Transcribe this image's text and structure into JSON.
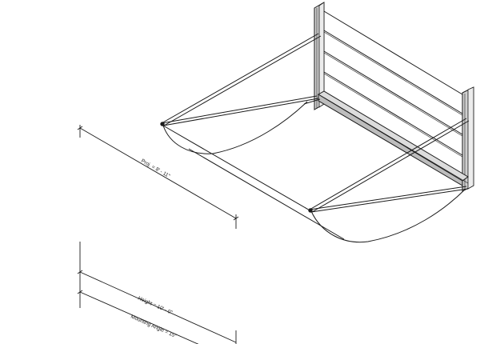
{
  "dimensions": {
    "projection": "Proj. = 8' - 11\"",
    "height": "Height = 10' - 0\"",
    "mounting_angle": "Mounting Angle = 15°"
  },
  "colors": {
    "stroke": "#1a1a1a",
    "wall_face": "#e2e2e2",
    "wall_face_dark": "#c4c4c4",
    "background": "#ffffff"
  }
}
